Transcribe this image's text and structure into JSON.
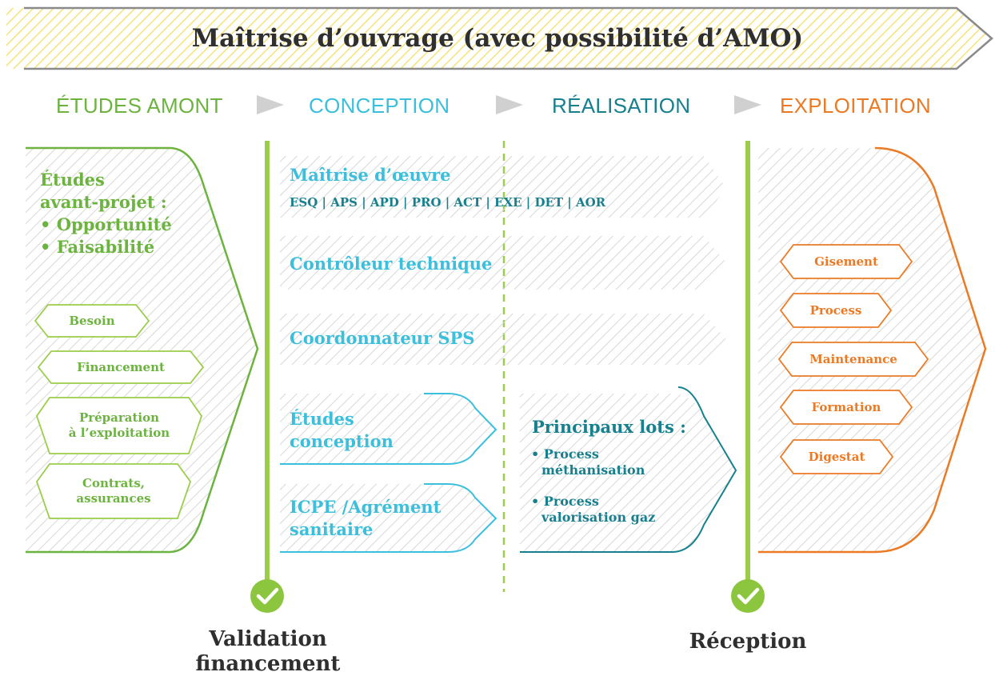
{
  "banner": {
    "title": "Maîtrise d’ouvrage (avec possibilité d’AMO)"
  },
  "phases": [
    "ÉTUDES AMONT",
    "CONCEPTION",
    "RÉALISATION",
    "EXPLOITATION"
  ],
  "etudes_amont": {
    "heading_line1": "Études",
    "heading_line2": "avant-projet :",
    "bullets": [
      "• Opportunité",
      "• Faisabilité"
    ],
    "chips": [
      {
        "line1": "Besoin",
        "line2": ""
      },
      {
        "line1": "Financement",
        "line2": ""
      },
      {
        "line1": "Préparation",
        "line2": "à l’exploitation"
      },
      {
        "line1": "Contrats,",
        "line2": "assurances"
      }
    ]
  },
  "conception": {
    "maitrise_oeuvre": "Maîtrise d’œuvre",
    "mission_codes": "ESQ | APS | APD | PRO | ACT | EXE | DET | AOR",
    "controleur": "Contrôleur technique",
    "coordonnateur": "Coordonnateur SPS",
    "etudes_line1": "Études",
    "etudes_line2": "conception",
    "icpe_line1": "ICPE /Agrément",
    "icpe_line2": "sanitaire"
  },
  "realisation": {
    "lots_title": "Principaux lots :",
    "lots": [
      {
        "line1": "• Process",
        "line2": "méthanisation"
      },
      {
        "line1": "• Process",
        "line2": "valorisation gaz"
      }
    ]
  },
  "exploitation": {
    "chips": [
      "Gisement",
      "Process",
      "Maintenance",
      "Formation",
      "Digestat"
    ]
  },
  "milestones": {
    "validation_line1": "Validation",
    "validation_line2": "financement",
    "reception": "Réception"
  },
  "colors": {
    "green": "#6cb33f",
    "light_green": "#9bcd4a",
    "cyan": "#3bbfdc",
    "teal": "#17808f",
    "orange": "#ec7a24",
    "banner_yellow": "#f6e27a",
    "hatch_grey": "#d9d9d9",
    "arrow_grey": "#d0d0d0"
  },
  "icons": [
    "check-circle-icon",
    "triangle-arrow-icon"
  ]
}
